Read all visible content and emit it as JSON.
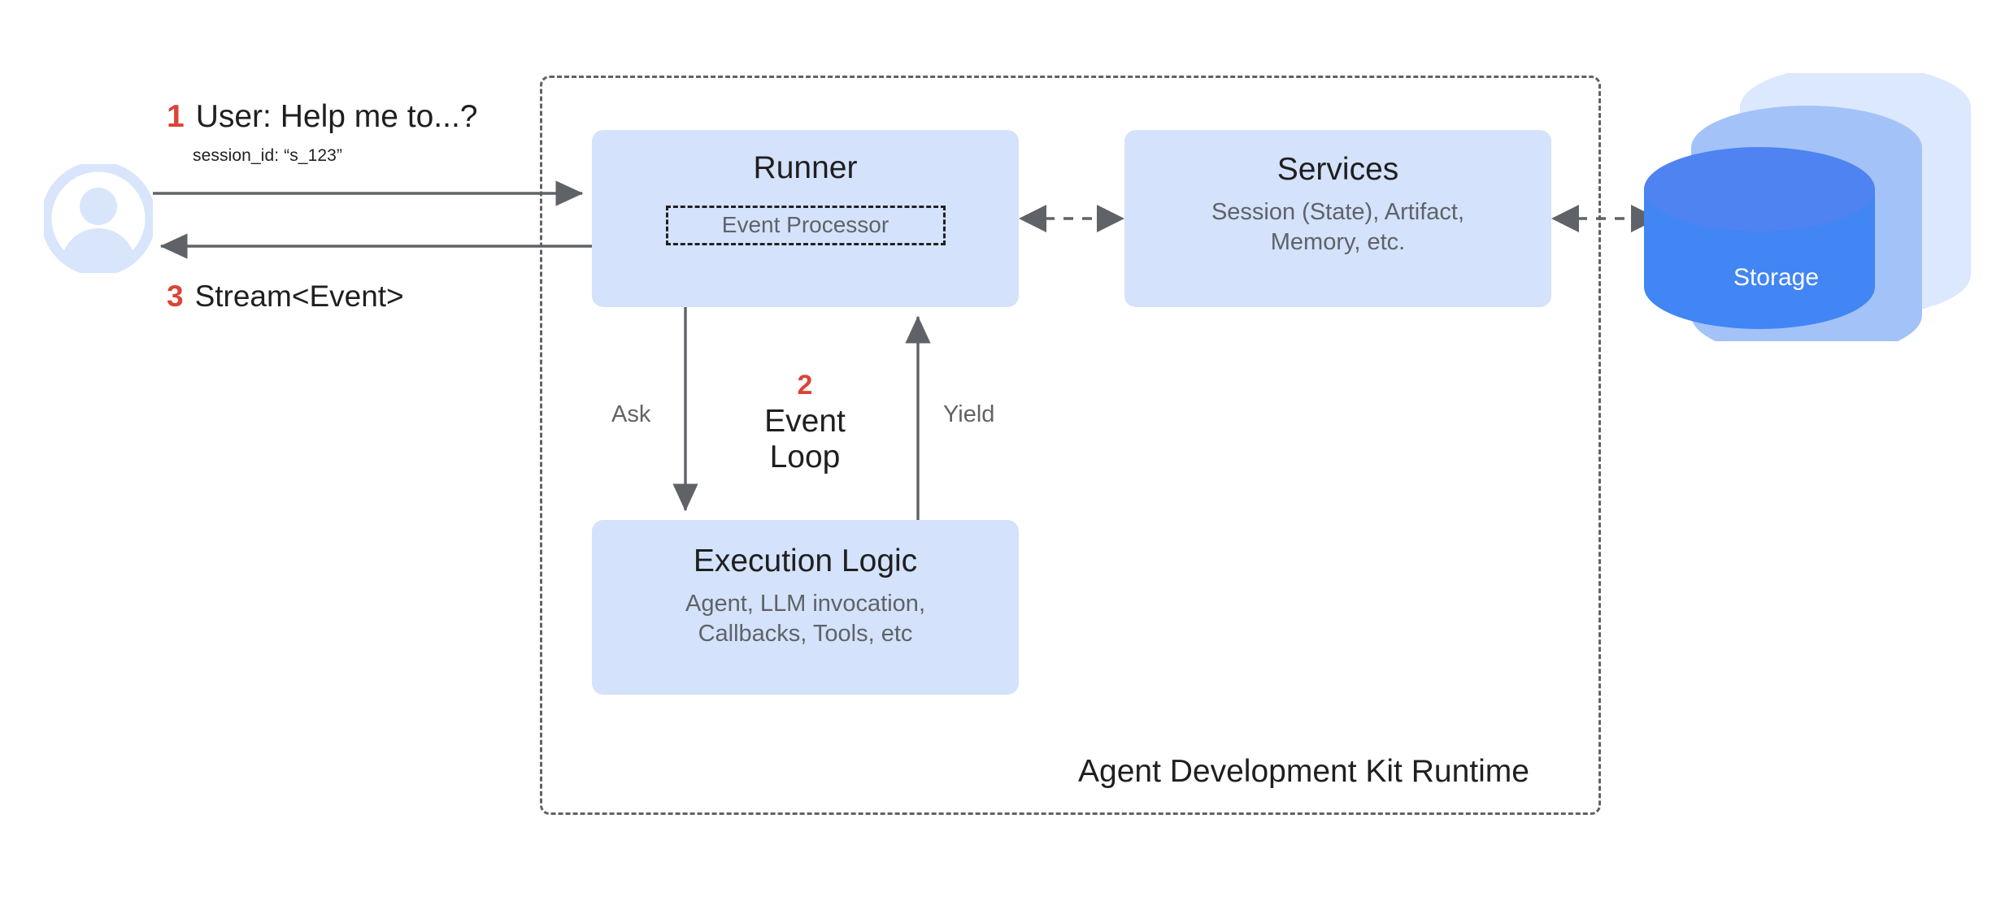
{
  "diagram": {
    "title": "Agent Development Kit Runtime",
    "runtime_label": "Agent Development Kit Runtime"
  },
  "colors": {
    "box_fill": "#d4e2fb",
    "accent_red": "#db4437",
    "arrow_gray": "#5f6368",
    "text_dark": "#1f1f1f",
    "text_muted": "#5f6368",
    "storage_front": "#4285f4",
    "storage_front_top": "#4f83f1",
    "storage_mid": "#a3c2f7",
    "storage_back": "#dce8fd",
    "avatar_blue": "#d9e5fa",
    "canvas": "#ffffff"
  },
  "user": {
    "avatar_icon": "user-avatar-icon",
    "step1": {
      "number": "1",
      "text": "User: Help me to...?"
    },
    "session_id": "session_id: “s_123”",
    "step3": {
      "number": "3",
      "text": "Stream<Event>"
    }
  },
  "runner": {
    "title": "Runner",
    "event_processor": "Event Processor"
  },
  "services": {
    "title": "Services",
    "subtitle": "Session (State), Artifact,\nMemory, etc."
  },
  "execution": {
    "title": "Execution Logic",
    "subtitle": "Agent, LLM invocation,\nCallbacks, Tools, etc"
  },
  "event_loop": {
    "number": "2",
    "label": "Event Loop",
    "ask_label": "Ask",
    "yield_label": "Yield"
  },
  "storage": {
    "label": "Storage",
    "icon": "database-cylinder-icon"
  },
  "edges": [
    {
      "name": "user-to-runner",
      "style": "solid",
      "direction": "right"
    },
    {
      "name": "runner-to-user",
      "style": "solid",
      "direction": "left"
    },
    {
      "name": "runner-to-services",
      "style": "dashed",
      "direction": "both"
    },
    {
      "name": "services-to-storage",
      "style": "dashed",
      "direction": "both"
    },
    {
      "name": "runner-to-execution-ask",
      "style": "solid",
      "direction": "down"
    },
    {
      "name": "execution-to-runner-yield",
      "style": "solid",
      "direction": "up"
    }
  ]
}
